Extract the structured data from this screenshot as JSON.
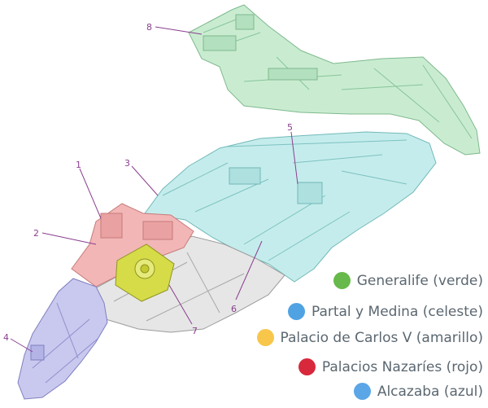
{
  "numbers": {
    "n1": "1",
    "n2": "2",
    "n3": "3",
    "n4": "4",
    "n5": "5",
    "n6": "6",
    "n7": "7",
    "n8": "8"
  },
  "legend": {
    "items": [
      {
        "label": "Generalife (verde)",
        "color": "#66b94a"
      },
      {
        "label": "Partal y Medina (celeste)",
        "color": "#4fa3e3"
      },
      {
        "label": "Palacio de Carlos V (amarillo)",
        "color": "#f7c64b"
      },
      {
        "label": "Palacios Nazaríes (rojo)",
        "color": "#d8283c"
      },
      {
        "label": "Alcazaba (azul)",
        "color": "#5ba6e6"
      }
    ]
  },
  "zone_colors": {
    "generalife": "#c9ecd1",
    "medina": "#c5ecec",
    "carlos_v": "#d6dc48",
    "nazaries": "#f2b6b6",
    "alcazaba": "#c9c8ef",
    "neutral": "#e6e6e6"
  }
}
